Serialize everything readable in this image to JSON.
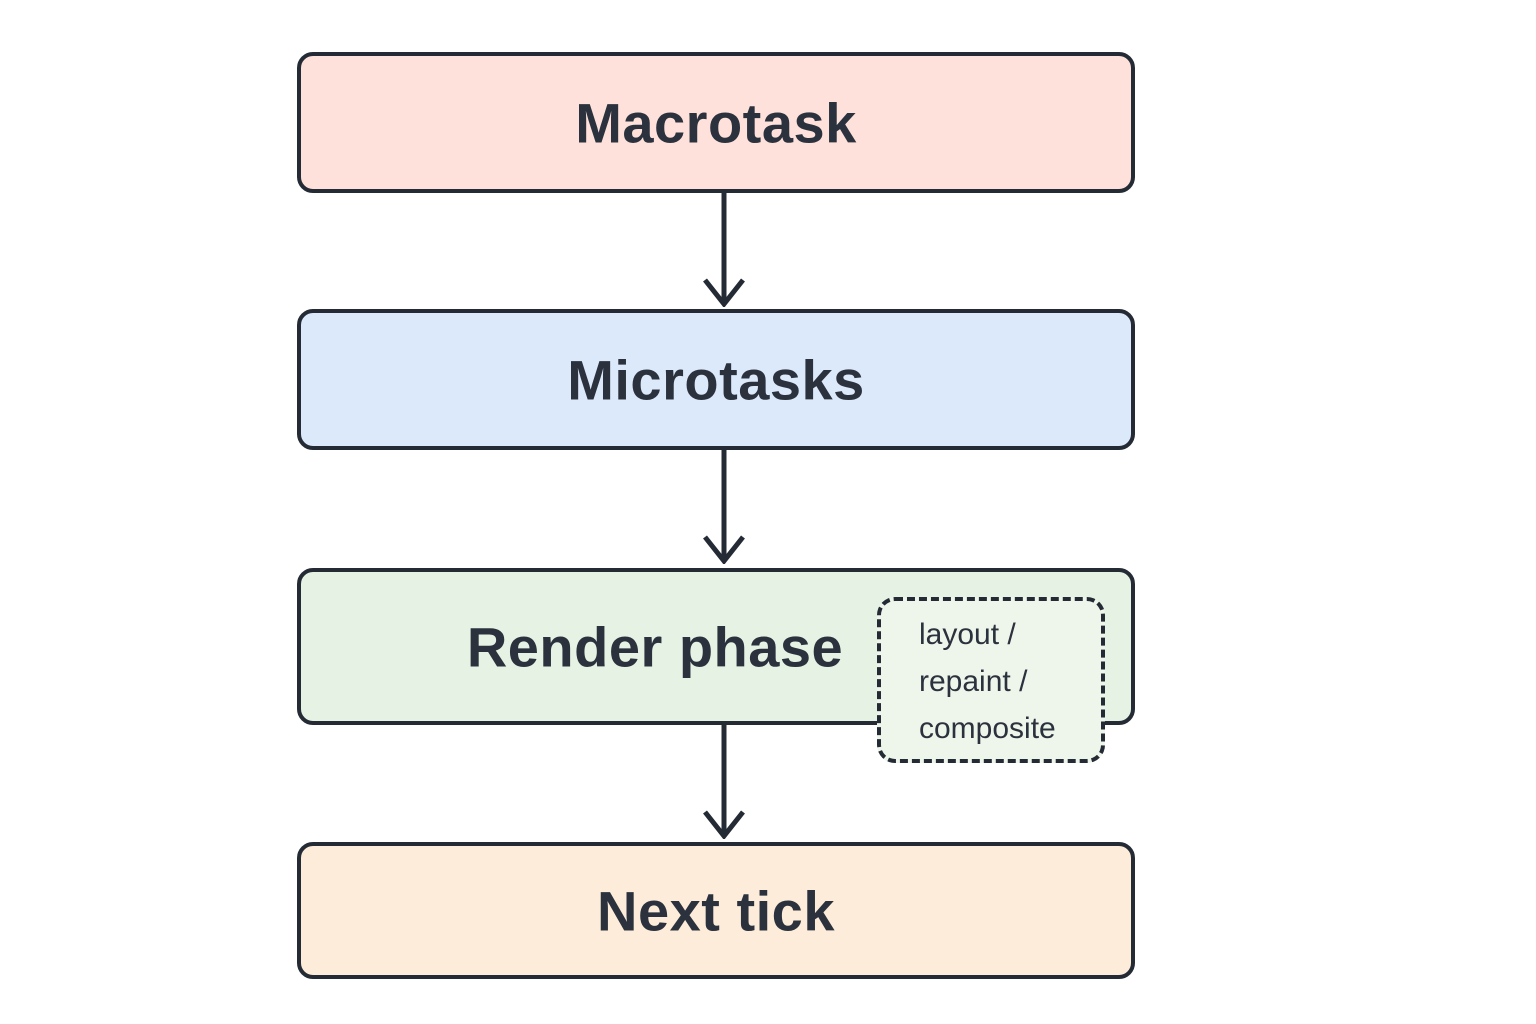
{
  "diagram": {
    "type": "flowchart",
    "direction": "top-to-bottom",
    "nodes": [
      {
        "id": "macrotask",
        "label": "Macrotask",
        "fill": "#fde1da"
      },
      {
        "id": "microtasks",
        "label": "Microtasks",
        "fill": "#dcE9fb"
      },
      {
        "id": "render-phase",
        "label": "Render phase",
        "fill": "#e6f2e3"
      },
      {
        "id": "next-tick",
        "label": "Next tick",
        "fill": "#fdecd9"
      }
    ],
    "edges": [
      {
        "from": "macrotask",
        "to": "microtasks"
      },
      {
        "from": "microtasks",
        "to": "render-phase"
      },
      {
        "from": "render-phase",
        "to": "next-tick"
      }
    ],
    "annotation": {
      "attached_to": "render-phase",
      "lines": [
        "layout /",
        "repaint /",
        "composite"
      ],
      "fill": "#eef5ea",
      "border_style": "dashed"
    },
    "colors": {
      "background": "#ffffff",
      "border": "#242b35",
      "text": "#2b323d"
    }
  }
}
